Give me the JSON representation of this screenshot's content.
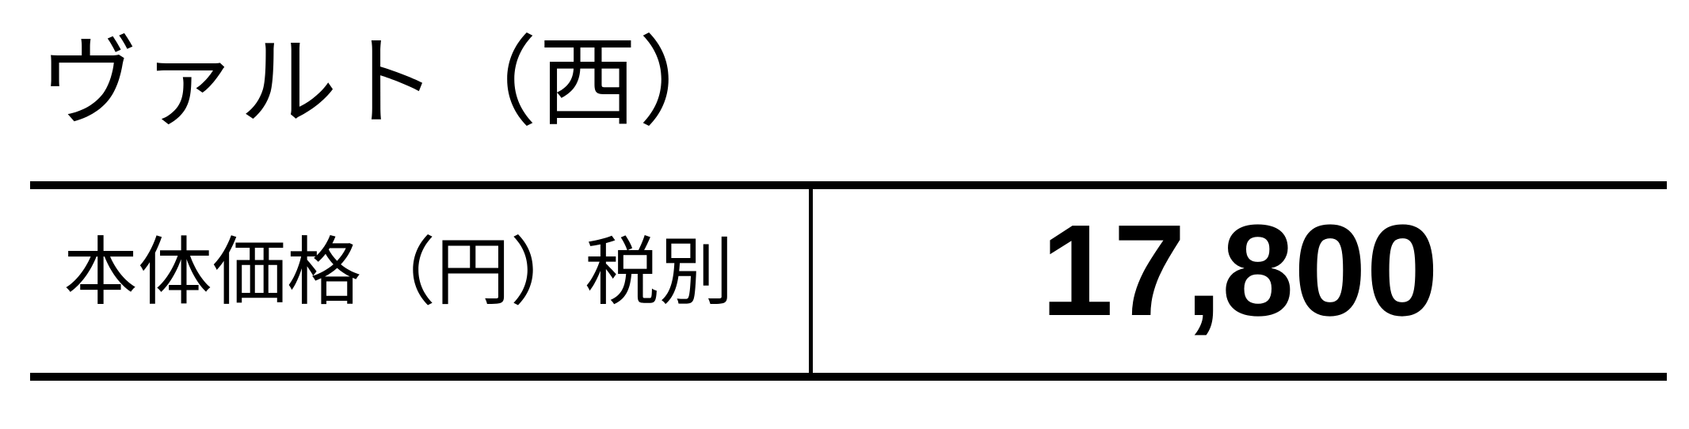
{
  "product": {
    "title": "ヴァルト（西）"
  },
  "price_table": {
    "label": "本体価格（円）税別",
    "value": "17,800"
  }
}
